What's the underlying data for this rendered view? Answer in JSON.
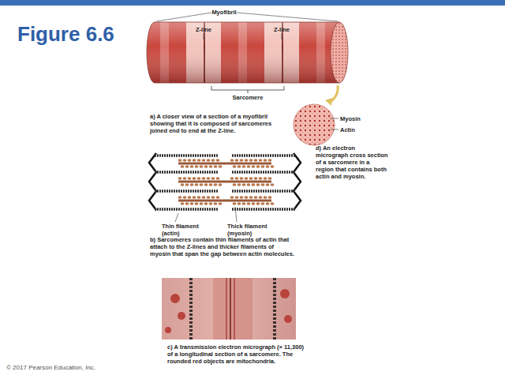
{
  "diagram": {
    "title": "Figure 6.6",
    "labels": [
      "Myofibril",
      "Z-line",
      "Z-line",
      "Sarcomere",
      "Myosin",
      "Actin",
      "a) A closer view of a section of a myofibril showing that it is composed of sarcomeres joined end to end at the Z-line.",
      "d) An electron micrograph cross section of a sarcomere in a region that contains both actin and myosin.",
      "Thin filament (actin)",
      "Thick filament (myosin)",
      "b) Sarcomeres contain thin filaments of actin that attach to the Z-lines and thicker filaments of myosin that span the gap between actin molecules.",
      "c) A transmission electron micrograph (× 11,300) of a longitudinal section of a sarcomere. The rounded red objects are mitochondria.",
      "© 2017 Pearson Education, Inc."
    ]
  }
}
